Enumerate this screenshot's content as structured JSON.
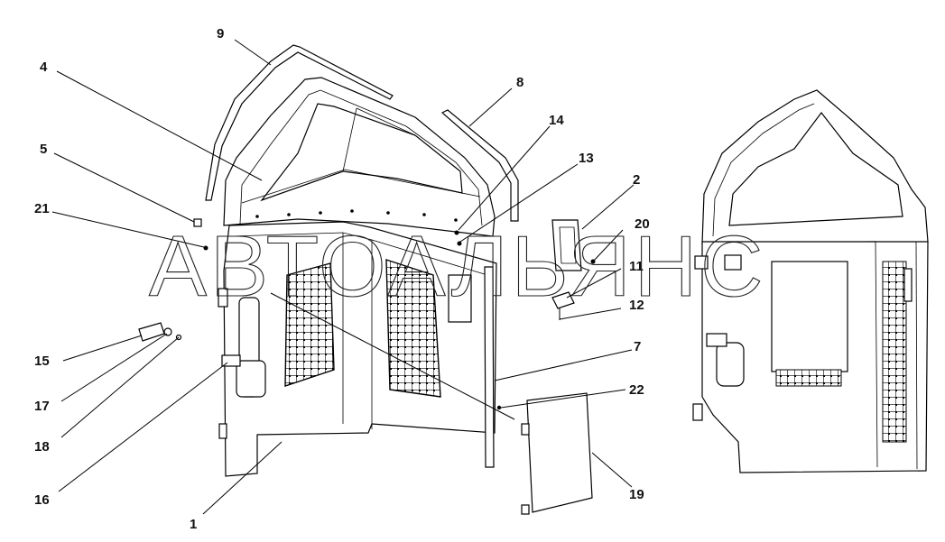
{
  "watermark": "АВТОАЛЬЯНС",
  "callouts": [
    {
      "id": "label-9",
      "text": "9"
    },
    {
      "id": "label-4",
      "text": "4"
    },
    {
      "id": "label-8",
      "text": "8"
    },
    {
      "id": "label-14",
      "text": "14"
    },
    {
      "id": "label-13",
      "text": "13"
    },
    {
      "id": "label-5",
      "text": "5"
    },
    {
      "id": "label-2",
      "text": "2"
    },
    {
      "id": "label-21",
      "text": "21"
    },
    {
      "id": "label-20",
      "text": "20"
    },
    {
      "id": "label-11",
      "text": "11"
    },
    {
      "id": "label-12",
      "text": "12"
    },
    {
      "id": "label-15",
      "text": "15"
    },
    {
      "id": "label-7",
      "text": "7"
    },
    {
      "id": "label-17",
      "text": "17"
    },
    {
      "id": "label-22",
      "text": "22"
    },
    {
      "id": "label-18",
      "text": "18"
    },
    {
      "id": "label-19",
      "text": "19"
    },
    {
      "id": "label-16",
      "text": "16"
    },
    {
      "id": "label-1",
      "text": "1"
    }
  ]
}
